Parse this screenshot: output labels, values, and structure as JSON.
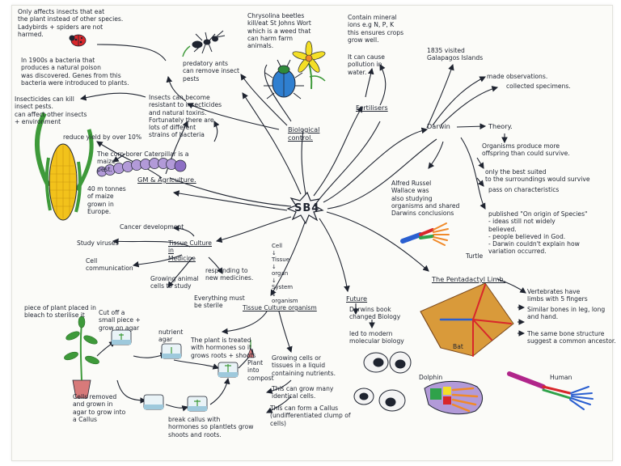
{
  "center": "SB4",
  "colors": {
    "ink": "#1f2430",
    "wing": "#d99a3a",
    "wing_dark": "#7b4a1e",
    "maize": "#f2c21b",
    "leaf": "#3e9a3a",
    "beetle": "#2f7fd0",
    "flower": "#f4df26",
    "red": "#d8272b",
    "pot": "#d77a7a",
    "purple": "#b29ad8",
    "orange": "#f08a2a",
    "green_bone": "#2fa24a",
    "blue_bone": "#2a5fd0"
  },
  "icons": [
    "ladybird-icon",
    "ant-icon",
    "beetle-icon",
    "flower-icon",
    "maize-icon",
    "caterpillar-icon",
    "plant-pot-icon",
    "petri-dish-icon",
    "cell-icon",
    "bat-wing-icon",
    "turtle-limb-icon",
    "dolphin-fin-icon",
    "human-arm-icon"
  ],
  "notes": {
    "ladybird": "Only affects insects that eat\nthe plant instead of other species.\nLadybirds + spiders are not\nharmed.",
    "bacteria": "In 1900s a bacteria that\nproduces a natural poison\nwas discovered. Genes from this\nbacteria were introduced to plants.",
    "insecticides": "Insecticides can kill\ninsect pests.\ncan affect other insects\n+ environment",
    "resistant": "Insects can become\nresistant to insecticides\nand natural toxins.\nFortunately there are\nlots of different\nstrains of bacteria",
    "ants": "predatory ants\ncan remove insect\npests",
    "beetles": "Chrysolina beetles\nkill/eat St Johns Wort\nwhich is a weed that\ncan harm farm\nanimals.",
    "bio_control": "Biological\ncontrol.",
    "mineral": "Contain mineral\nions e.g N, P, K\nthis ensures crops\ngrow well.",
    "pollution": "It can cause\npollution in\nwater.",
    "fertilisers": "Fertilisers",
    "galapagos": "1835 visited\nGalapagos Islands",
    "observations": "made observations.",
    "specimens": "collected specimens.",
    "darwin": "Darwin",
    "theory": "Theory.",
    "offspring": "Organisms produce more\noffspring than could survive.",
    "best_suited": "only the best suited\nto the surroundings would survive",
    "pass_on": "pass on characteristics",
    "wallace": "Alfred Russel\nWallace was\nalso studying\norganisms and shared\nDarwins conclusions",
    "published": "published \"On origin of Species\"\n- ideas still not widely\n  believed.\n- people believed in God.\n- Darwin couldn't explain how\n  variation occurred.",
    "reduce": "reduce yield by over 10%",
    "borer": "The corn borer Caterpillar is a\nmaize\npest.",
    "gm": "GM & Agriculture.",
    "tonnes": "40 m tonnes\nof maize\ngrown in\nEurope.",
    "cancer": "Cancer development",
    "viruses": "Study viruses",
    "tissue_medicine": "Tissue Culture\nin\nMedicine",
    "cell_comm": "Cell\ncommunication",
    "animal_cells": "Growing animal\ncells to study",
    "new_medicines": "responding to\nnew medicines.",
    "hierarchy": "Cell\n↓\nTissue\n↓\norgan\n↓\nSystem\n↓\norganism",
    "sterile": "Everything must\nbe sterile",
    "tc_organism": "Tissue Culture organism",
    "bleach": "piece of plant placed in\nbleach to sterilise it",
    "cut_off": "Cut off a\nsmall piece +\ngrow on agar",
    "nutrient_agar": "nutrient\nagar",
    "hormones": "The plant is treated\nwith hormones so it\ngrows roots + shoots",
    "compost": "Plant\ninto\ncompost",
    "cells_removed": "Cells removed\nand grown in\nagar to grow into\na Callus",
    "break_callus": "break callus with\nhormones so plantlets grow\nshoots and roots.",
    "growing_cells": "Growing cells or\ntissues in a liquid\ncontaining nutrients.",
    "many_cells": "This can grow many\nidentical cells.",
    "callus": "This can form a Callus\n(undifferentiated clump of\ncells)",
    "future": "Future",
    "darwins_book": "Darwins book\nchanged Biology",
    "molecular": "led to modern\nmolecular biology",
    "pentadactyl": "The Pentadactyl Limb.",
    "vertebrates": "Vertebrates have\nlimbs with 5 fingers",
    "similar_bone": "Similar bones in leg, long\nand hand.",
    "bone_structure": "The same bone structure\nsuggest a common ancestor.",
    "turtle": "Turtle",
    "bat": "Bat",
    "dolphin": "Dolphin",
    "human": "Human"
  }
}
